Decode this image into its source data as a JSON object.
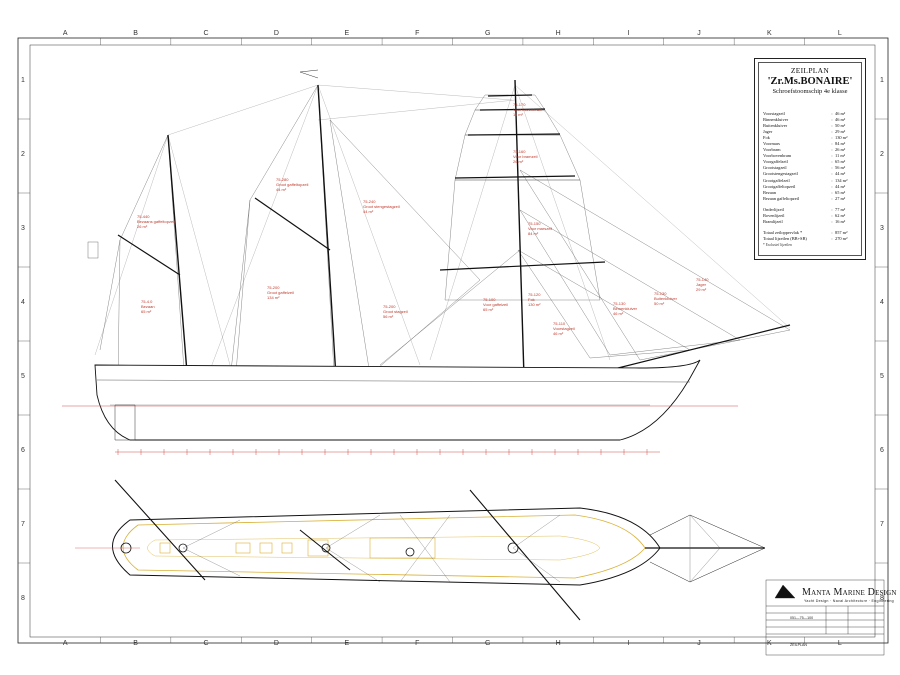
{
  "grid": {
    "columns": [
      "A",
      "B",
      "C",
      "D",
      "E",
      "F",
      "G",
      "H",
      "I",
      "J",
      "K",
      "L"
    ],
    "rows": [
      "1",
      "2",
      "3",
      "4",
      "5",
      "6",
      "7",
      "8"
    ]
  },
  "title_block": {
    "heading": "ZEILPLAN",
    "ship": "'Zr.Ms.BONAIRE'",
    "subtitle": "Schroefstoomschip 4e klasse",
    "sails": [
      {
        "name": "Voorstagzeil",
        "area": "46 m²"
      },
      {
        "name": "Binnenkluiver",
        "area": "46 m²"
      },
      {
        "name": "Buitenkluiver",
        "area": "50 m²"
      },
      {
        "name": "Jager",
        "area": "29 m²"
      },
      {
        "name": "Fok",
        "area": "130 m²"
      },
      {
        "name": "Voormars",
        "area": "84 m²"
      },
      {
        "name": "Voorbram",
        "area": "26 m²"
      },
      {
        "name": "Voorbovenbram",
        "area": "11 m²"
      },
      {
        "name": "Voorgaffelzeil",
        "area": "65 m²"
      },
      {
        "name": "Grootstagzeil",
        "area": "56 m²"
      },
      {
        "name": "Grootstengestagzeil",
        "area": "44 m²"
      },
      {
        "name": "Grootgaffelzeil",
        "area": "134 m²"
      },
      {
        "name": "Grootgaffeltopzeil",
        "area": "44 m²"
      },
      {
        "name": "Bezaan",
        "area": "65 m²"
      },
      {
        "name": "Bezaan gaffeltopzeil",
        "area": "27 m²"
      }
    ],
    "extra_sails": [
      {
        "name": "Onderlijzeil",
        "area": "77 m²"
      },
      {
        "name": "Bovenlijzeil",
        "area": "62 m²"
      },
      {
        "name": "Bramlijzeil",
        "area": "16 m²"
      }
    ],
    "totals": [
      {
        "name": "Totaal zeiloppervlak *",
        "area": "857 m²"
      },
      {
        "name": "Totaal lijzeilen (BB+SB)",
        "area": "270 m²"
      }
    ],
    "note": "* Exclusief lijzeilen"
  },
  "sail_labels": [
    {
      "code": "75-440",
      "name": "Bezaans gaffeltopzeil",
      "area": "26 m²"
    },
    {
      "code": "75-4.0",
      "name": "Bezaan",
      "area": "65 m²"
    },
    {
      "code": "75-280",
      "name": "Groot gaffeltopzeil",
      "area": "44 m²"
    },
    {
      "code": "75-200",
      "name": "Groot gaffelzeil",
      "area": "134 m²"
    },
    {
      "code": "75-240",
      "name": "Groot stengestagzeil",
      "area": "44 m²"
    },
    {
      "code": "75-200",
      "name": "Groot stagzeil",
      "area": "56 m²"
    },
    {
      "code": "75-170",
      "name": "Voor bovenbram",
      "area": "11 m²"
    },
    {
      "code": "75-160",
      "name": "Voor bramzeil",
      "area": "26 m²"
    },
    {
      "code": "75-150",
      "name": "Voor marszeil",
      "area": "84 m²"
    },
    {
      "code": "75-100",
      "name": "Voor gaffelzeil",
      "area": "65 m²"
    },
    {
      "code": "75-120",
      "name": "Fok",
      "area": "130 m²"
    },
    {
      "code": "75-110",
      "name": "Voorstagzeil",
      "area": "46 m²"
    },
    {
      "code": "75-130",
      "name": "Binnenkluiver",
      "area": "46 m²"
    },
    {
      "code": "75-130",
      "name": "Buitenkluiver",
      "area": "50 m²"
    },
    {
      "code": "75-140",
      "name": "Jager",
      "area": "29 m²"
    }
  ],
  "designer": {
    "name": "Manta Marine Design",
    "tagline": "Yacht Design · Naval Architecture · Engineering",
    "drawing_no": "051—75—100",
    "content": "ZEILPLAN"
  },
  "colors": {
    "line": "#1a1a1a",
    "sail_label": "#c0392b",
    "waterline": "#d04a4a",
    "deck_yellow": "#d9b036"
  }
}
